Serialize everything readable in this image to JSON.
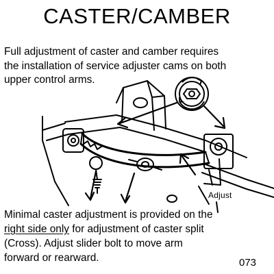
{
  "title": "CASTER/CAMBER",
  "intro": {
    "line1": "Full adjustment of caster and camber requires",
    "line2": "the installation of service adjuster cams on both",
    "line3": "upper control arms."
  },
  "outro": {
    "line1": "Minimal caster adjustment is provided on the",
    "line2_underlined": "right side only",
    "line2_rest": " for adjustment of caster split",
    "line3": "(Cross).  Adjust slider bolt to move arm",
    "line4": "forward or rearward."
  },
  "illustration": {
    "callout_label": "Adjust"
  },
  "page_number": "073"
}
